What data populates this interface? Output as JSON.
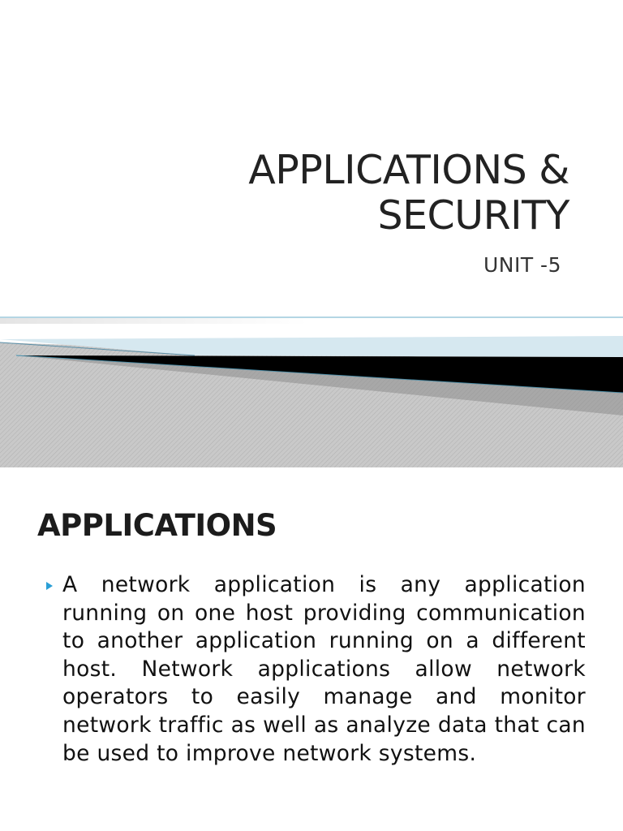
{
  "slide1": {
    "title_line1": "APPLICATIONS &",
    "title_line2": "SECURITY",
    "subtitle": "UNIT -5"
  },
  "slide2": {
    "heading": "APPLICATIONS",
    "bullet_icon": "triangle-bullet-icon",
    "bullet_text": "A network application is any application running on one host providing communication to another application running on a different host. Network applications allow network operators to easily manage and monitor network traffic as well as analyze data that can be used to improve network systems."
  },
  "colors": {
    "accent": "#2a9fd6",
    "banner_black": "#000000",
    "banner_gray": "#c4c4c4",
    "banner_light": "#d6e8f0"
  }
}
